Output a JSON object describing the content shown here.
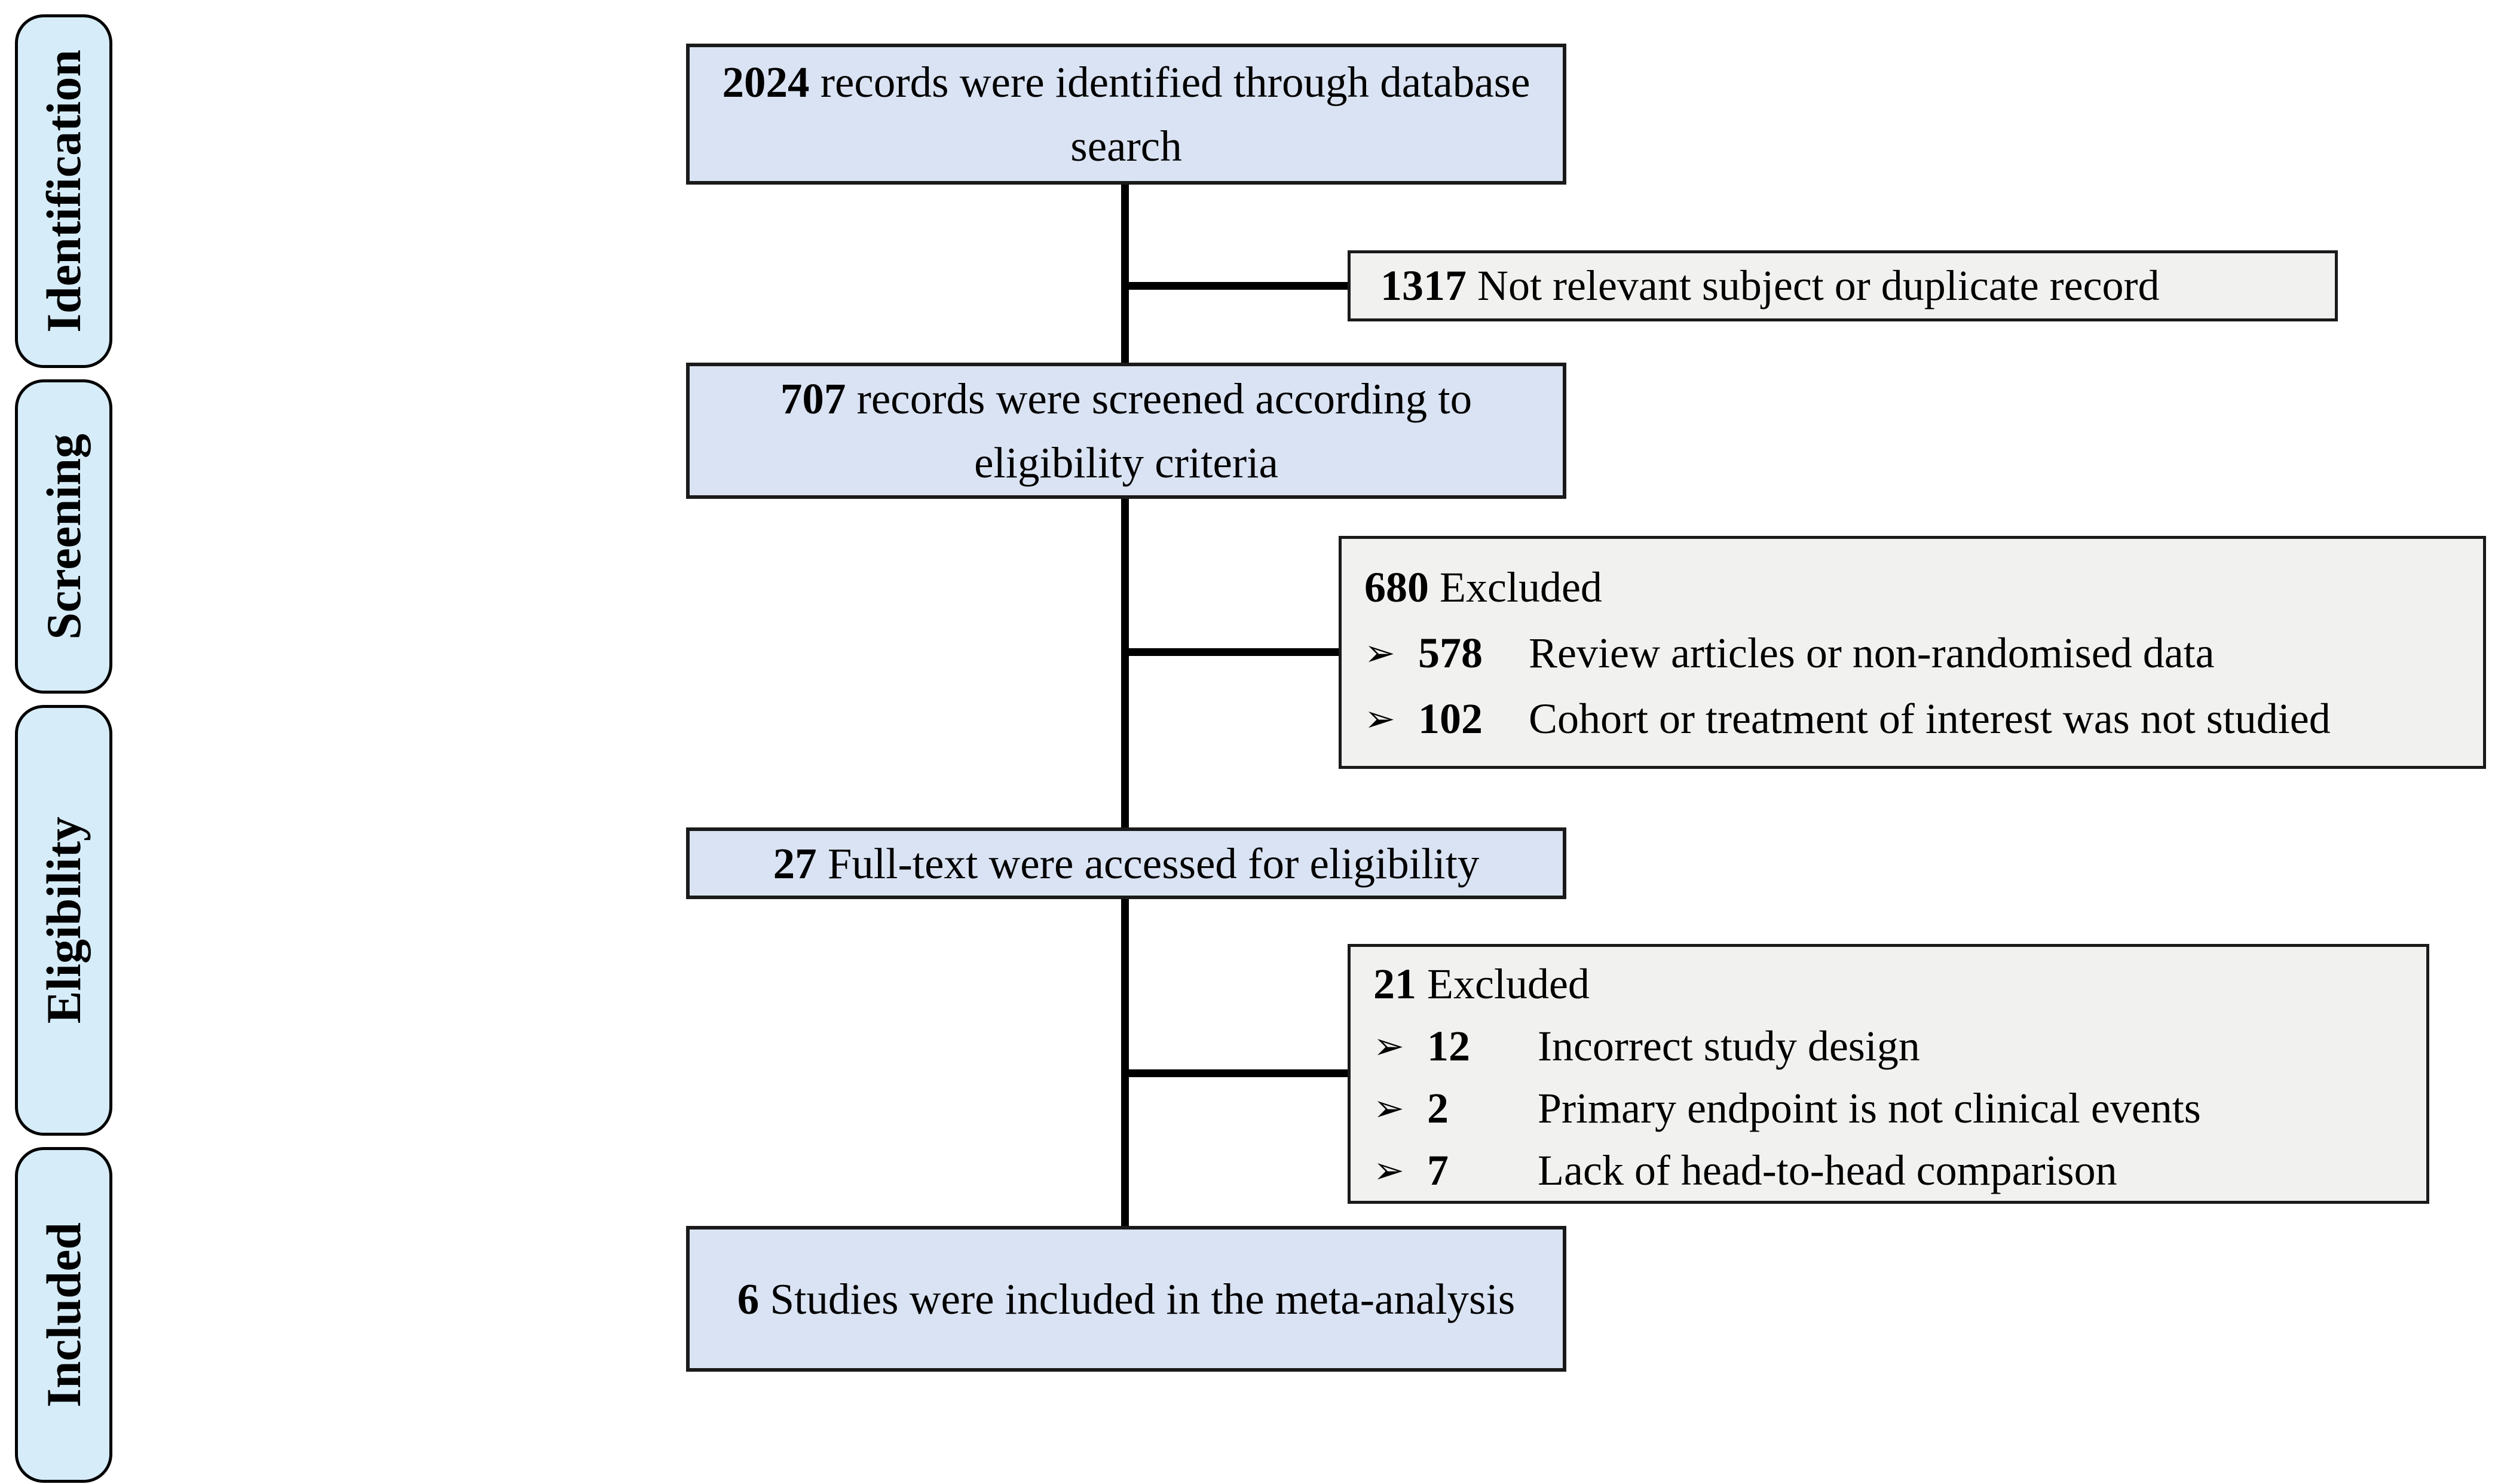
{
  "sidebar": {
    "stages": [
      {
        "label": "Identification"
      },
      {
        "label": "Screening"
      },
      {
        "label": "Eligibility"
      },
      {
        "label": "Included"
      }
    ]
  },
  "flow": {
    "boxes": [
      {
        "count": "2024",
        "text": "records were identified through database search"
      },
      {
        "count": "707",
        "text": "records were screened according to eligibility criteria"
      },
      {
        "count": "27",
        "text": "Full-text were accessed for eligibility"
      },
      {
        "count": "6",
        "text": "Studies were included in the meta-analysis"
      }
    ]
  },
  "exclusions": {
    "bullet": "➢",
    "boxes": [
      {
        "count": "1317",
        "label": "Not relevant subject or duplicate record",
        "items": []
      },
      {
        "count": "680",
        "label": "Excluded",
        "items": [
          {
            "count": "578",
            "text": "Review articles or non-randomised data"
          },
          {
            "count": "102",
            "text": "Cohort or treatment of interest was not studied"
          }
        ]
      },
      {
        "count": "21",
        "label": "Excluded",
        "items": [
          {
            "count": "12",
            "text": "Incorrect study design"
          },
          {
            "count": "2",
            "text": "Primary endpoint is not clinical events"
          },
          {
            "count": "7",
            "text": "Lack of head-to-head comparison"
          }
        ]
      }
    ]
  },
  "colors": {
    "flow_box_fill": "#dae3f3",
    "stage_fill": "#d6ecf9",
    "exclusion_fill": "#f1f1f0",
    "border": "#1a1a1a",
    "line": "#000000"
  }
}
